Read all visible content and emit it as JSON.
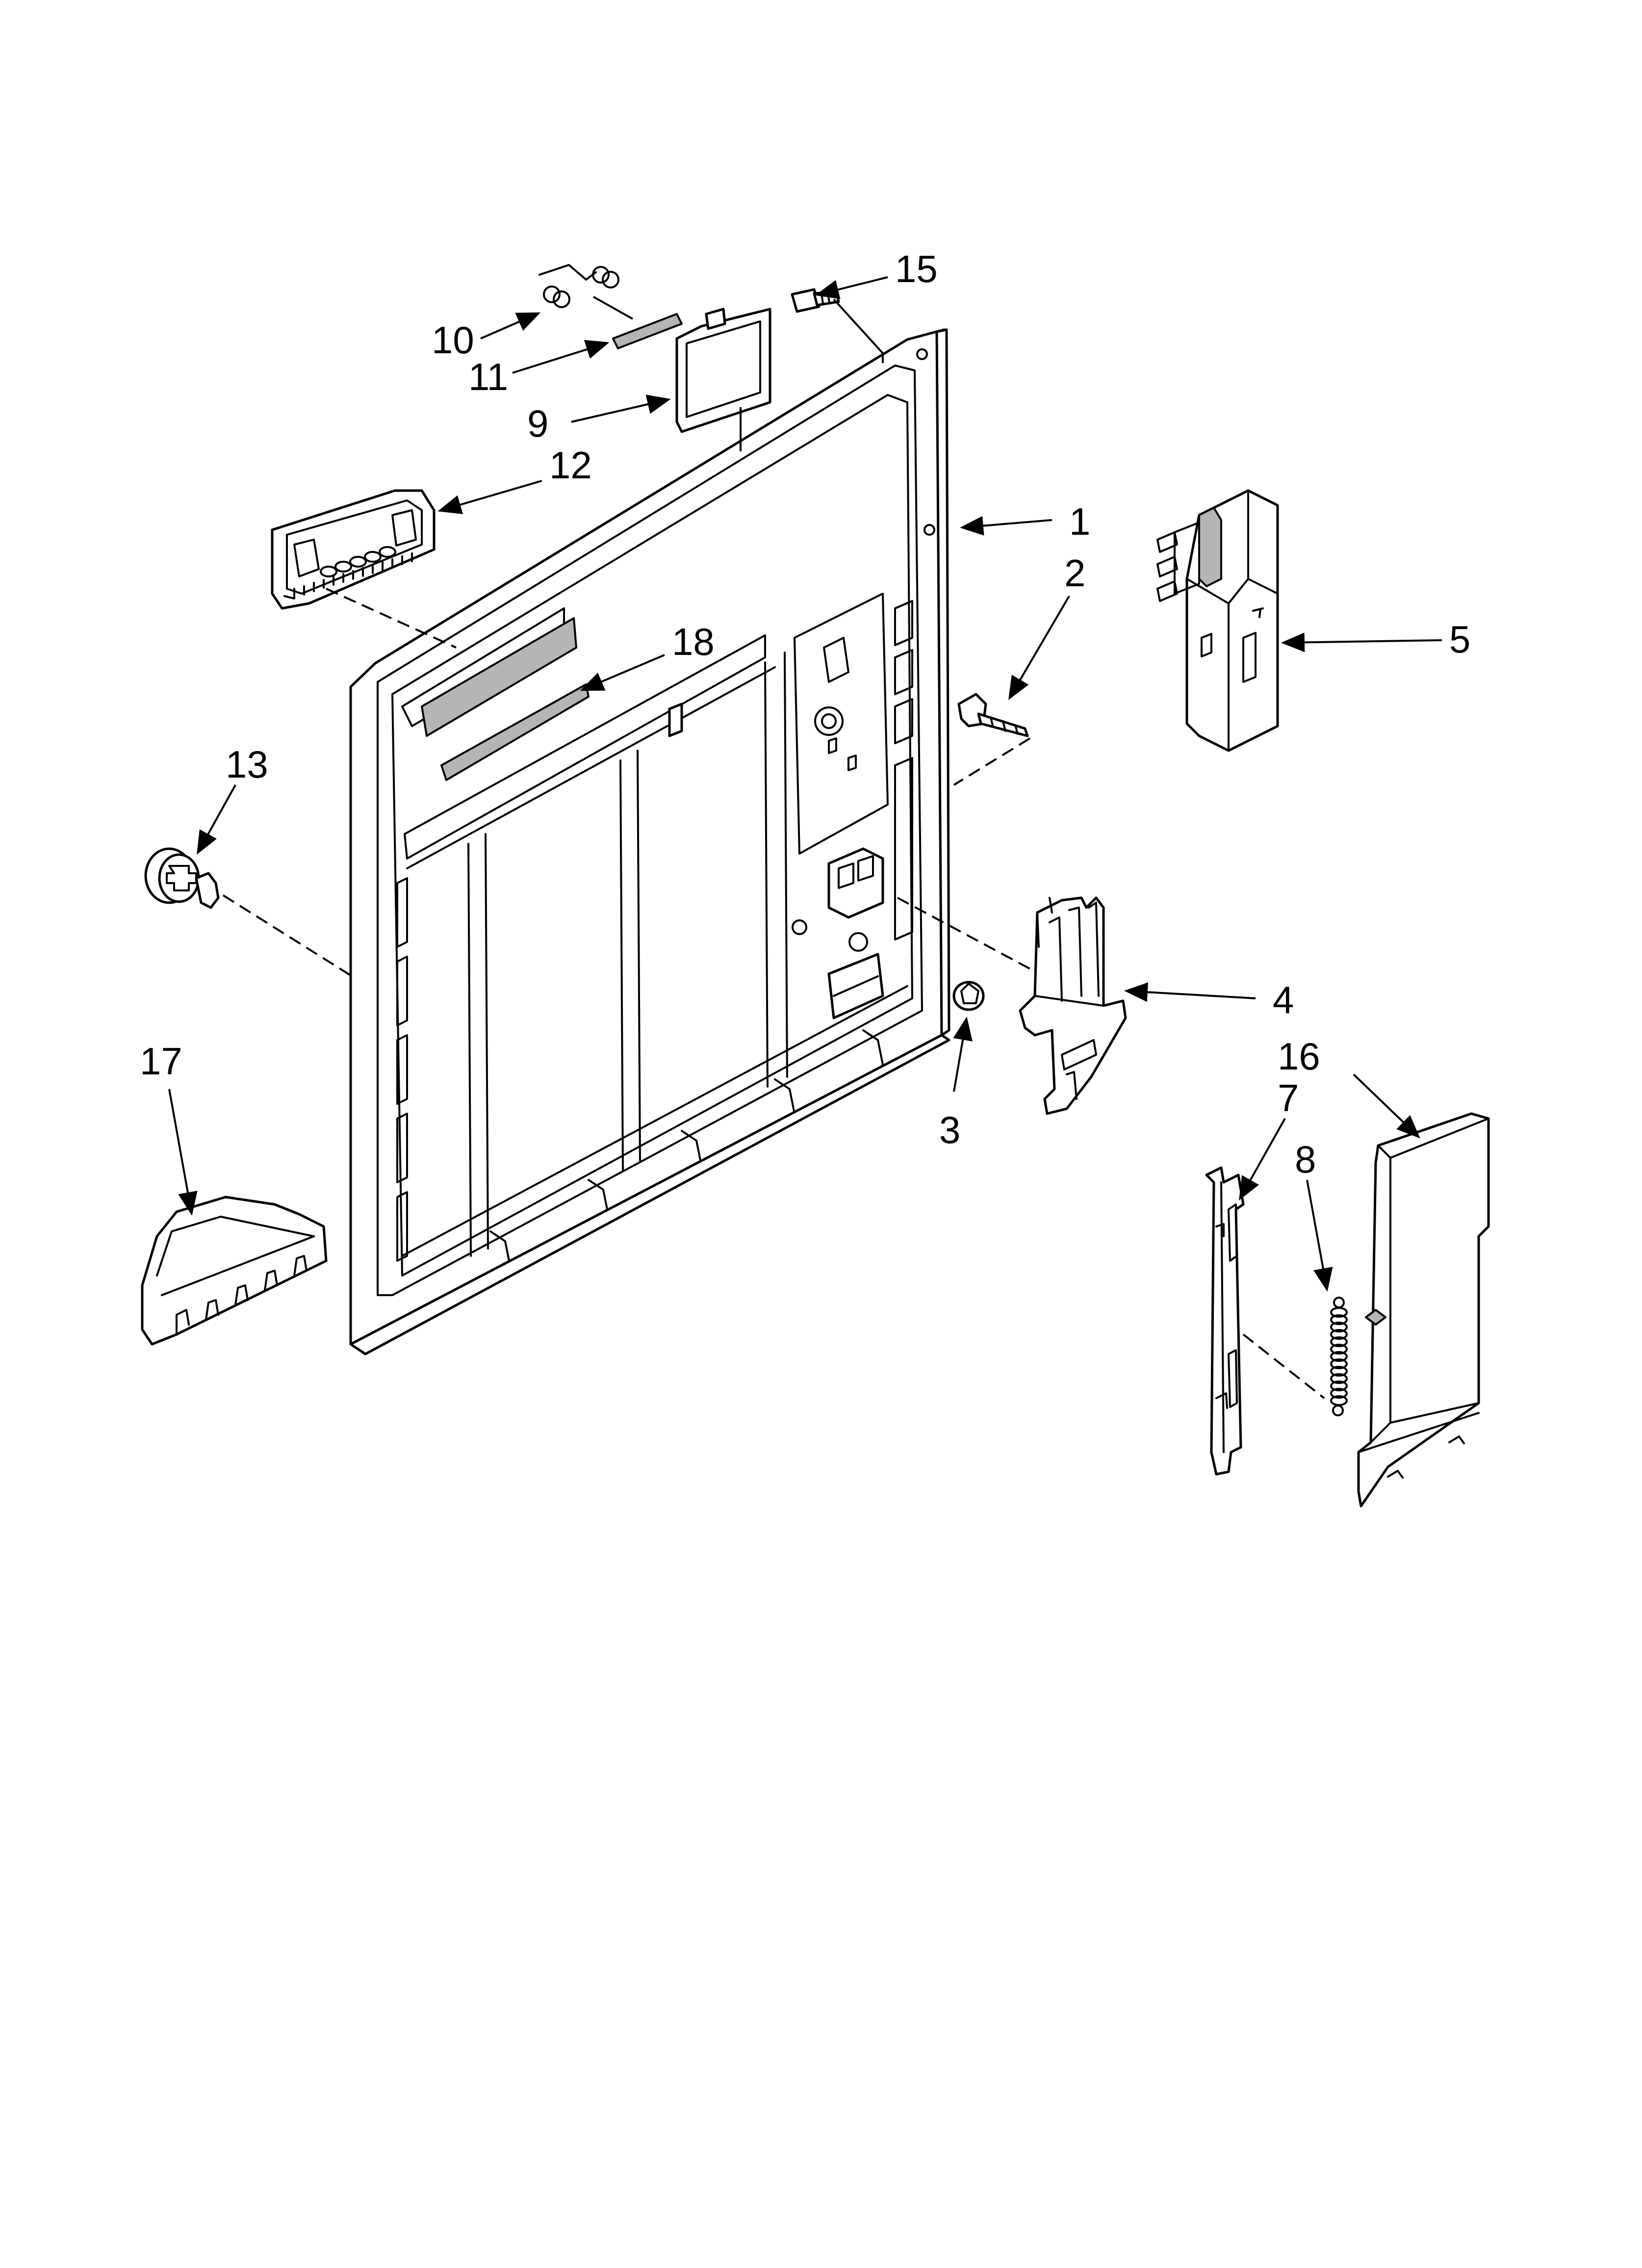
{
  "diagram": {
    "callouts": [
      {
        "id": "1",
        "text": "1"
      },
      {
        "id": "2",
        "text": "2"
      },
      {
        "id": "3",
        "text": "3"
      },
      {
        "id": "4",
        "text": "4"
      },
      {
        "id": "5",
        "text": "5"
      },
      {
        "id": "7",
        "text": "7"
      },
      {
        "id": "8",
        "text": "8"
      },
      {
        "id": "9",
        "text": "9"
      },
      {
        "id": "10",
        "text": "10"
      },
      {
        "id": "11",
        "text": "11"
      },
      {
        "id": "12",
        "text": "12"
      },
      {
        "id": "13",
        "text": "13"
      },
      {
        "id": "15",
        "text": "15"
      },
      {
        "id": "16",
        "text": "16"
      },
      {
        "id": "17",
        "text": "17"
      },
      {
        "id": "18",
        "text": "18"
      }
    ],
    "parts": [
      {
        "callout": "1",
        "icon": "inner-door-panel-icon"
      },
      {
        "callout": "2",
        "icon": "door-catch-pin-icon"
      },
      {
        "callout": "3",
        "icon": "plug-button-icon"
      },
      {
        "callout": "4",
        "icon": "latch-bracket-icon"
      },
      {
        "callout": "5",
        "icon": "latch-assembly-icon"
      },
      {
        "callout": "7",
        "icon": "hinge-arm-icon"
      },
      {
        "callout": "8",
        "icon": "spring-icon"
      },
      {
        "callout": "9",
        "icon": "cover-plate-icon"
      },
      {
        "callout": "10",
        "icon": "spring-clip-icon"
      },
      {
        "callout": "11",
        "icon": "pin-rod-icon"
      },
      {
        "callout": "12",
        "icon": "vent-grille-icon"
      },
      {
        "callout": "13",
        "icon": "bumper-icon"
      },
      {
        "callout": "15",
        "icon": "screw-icon"
      },
      {
        "callout": "16",
        "icon": "side-trim-icon"
      },
      {
        "callout": "17",
        "icon": "end-cap-icon"
      },
      {
        "callout": "18",
        "icon": "gasket-strip-icon"
      }
    ]
  }
}
